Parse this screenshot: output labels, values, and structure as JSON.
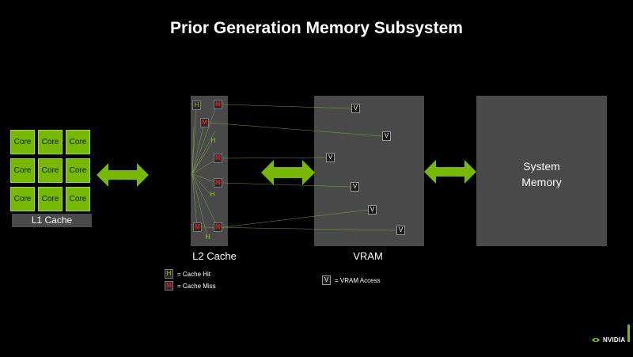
{
  "title": "Prior Generation Memory Subsystem",
  "l1": {
    "cores": [
      "Core",
      "Core",
      "Core",
      "Core",
      "Core",
      "Core",
      "Core",
      "Core",
      "Core"
    ],
    "label": "L1 Cache"
  },
  "l2": {
    "label": "L2 Cache"
  },
  "vram": {
    "label": "VRAM"
  },
  "system_memory": {
    "label_line1": "System",
    "label_line2": "Memory"
  },
  "l2_markers": [
    {
      "type": "h",
      "text": "H"
    },
    {
      "type": "m",
      "text": "M"
    },
    {
      "type": "m",
      "text": "M"
    },
    {
      "type": "h",
      "text": "H"
    },
    {
      "type": "m",
      "text": "M"
    },
    {
      "type": "m",
      "text": "M"
    },
    {
      "type": "h",
      "text": "H"
    },
    {
      "type": "m",
      "text": "M"
    },
    {
      "type": "m",
      "text": "M"
    },
    {
      "type": "h",
      "text": "H"
    }
  ],
  "vram_markers": [
    "V",
    "V",
    "V",
    "V",
    "V",
    "V"
  ],
  "legend": {
    "hit_symbol": "H",
    "hit_text": "=  Cache Hit",
    "miss_symbol": "M",
    "miss_text": "=  Cache Miss",
    "vram_symbol": "V",
    "vram_text": "= VRAM Access"
  },
  "logo": {
    "text": "NVIDIA"
  },
  "colors": {
    "accent": "#76b900",
    "hit": "#8ed11d",
    "miss": "#e02020",
    "block": "#494949"
  }
}
